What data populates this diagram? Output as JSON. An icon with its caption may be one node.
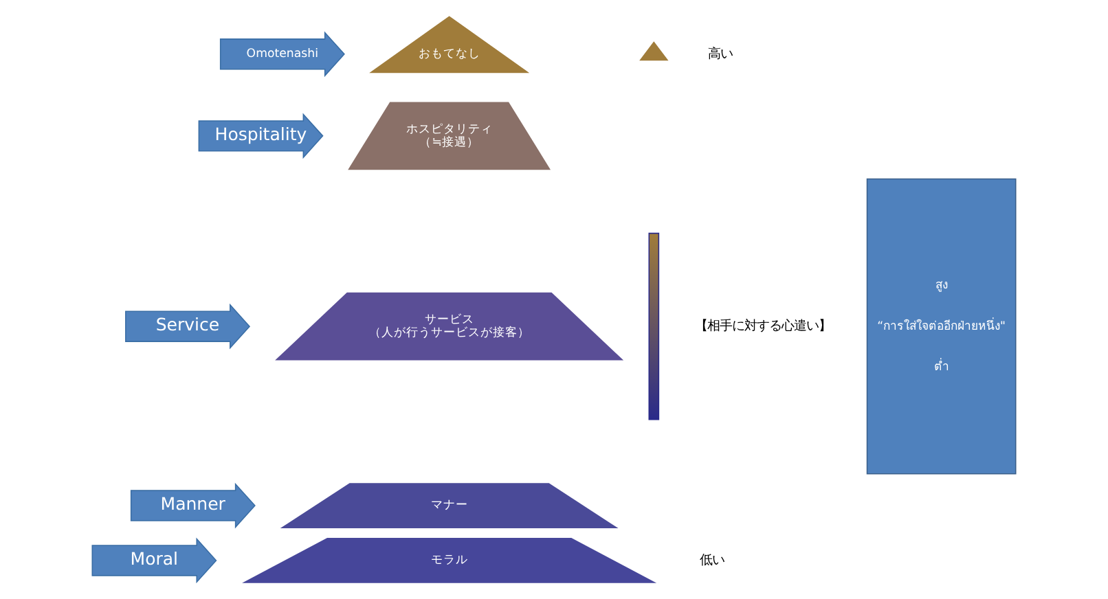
{
  "diagram": {
    "nodes": [
      {
        "text": [
          "Omotenashi"
        ]
      },
      {
        "text": [
          "おもてなし"
        ]
      },
      {
        "text": [
          "Hospitality"
        ]
      },
      {
        "text": [
          "ホスピタリティ",
          "（≒接遇）"
        ]
      },
      {
        "text": [
          "Service"
        ]
      },
      {
        "text": [
          "サービス",
          "（人が行うサービスが接客）"
        ]
      },
      {
        "text": [
          "Manner"
        ]
      },
      {
        "text": [
          "マナー"
        ]
      },
      {
        "text": [
          "Moral"
        ]
      },
      {
        "text": [
          "モラル"
        ]
      },
      {
        "text": [
          "สูง",
          "“การใส่ใจต่ออีกฝ่ายหนึ่ง\"",
          "ต่ำ"
        ]
      }
    ],
    "edges": [],
    "labels": [
      "高い",
      "【相手に対する心遣い】",
      "低い"
    ]
  }
}
